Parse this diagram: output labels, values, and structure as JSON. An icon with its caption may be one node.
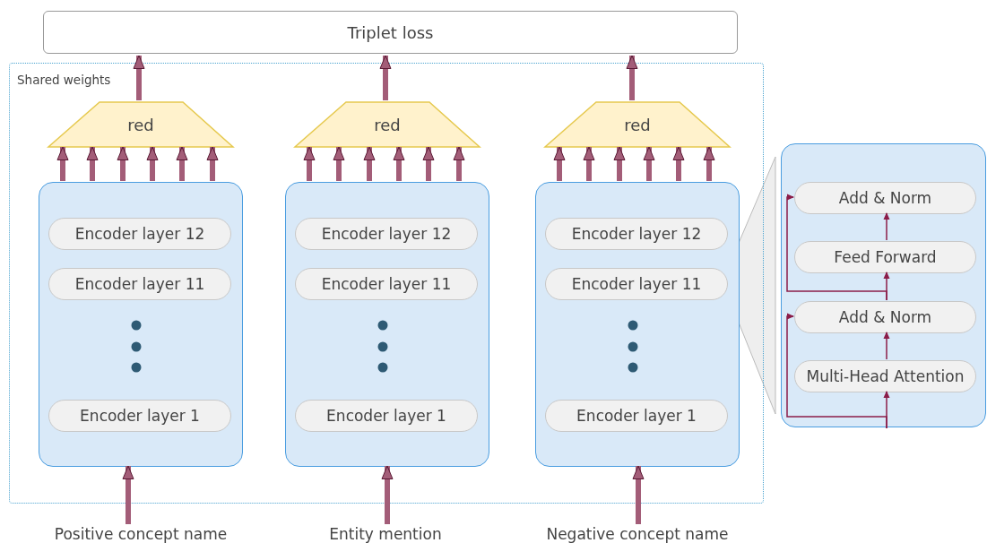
{
  "diagram": {
    "nodes": [
      {
        "text": [
          "Triplet loss"
        ]
      },
      {
        "text": [
          "Shared weights"
        ]
      },
      {
        "text": [],
        "shape": "box",
        "in": 1
      },
      {
        "text": [
          "Encoder layer 12"
        ],
        "in": 2
      },
      {
        "text": [
          "Encoder layer 11"
        ],
        "in": 2
      },
      {
        "text": [
          "Encoder layer 1"
        ],
        "in": 2
      },
      {
        "text": [
          "red"
        ],
        "in": 1
      },
      {
        "text": [
          "Positive concept name"
        ]
      },
      {
        "text": [],
        "shape": "box",
        "in": 1
      },
      {
        "text": [
          "Encoder layer 12"
        ],
        "in": 8
      },
      {
        "text": [
          "Encoder layer 11"
        ],
        "in": 8
      },
      {
        "text": [
          "Encoder layer 1"
        ],
        "in": 8
      },
      {
        "text": [
          "red"
        ],
        "in": 1
      },
      {
        "text": [
          "Entity mention"
        ]
      },
      {
        "text": [],
        "shape": "box",
        "in": 1
      },
      {
        "text": [
          "Encoder layer 12"
        ],
        "in": 14
      },
      {
        "text": [
          "Encoder layer 11"
        ],
        "in": 14
      },
      {
        "text": [
          "Encoder layer 1"
        ],
        "in": 14
      },
      {
        "text": [
          "red"
        ],
        "in": 1
      },
      {
        "text": [
          "Negative concept name"
        ]
      },
      {
        "text": [],
        "shape": "box"
      },
      {
        "text": [
          "Add & Norm"
        ],
        "in": 20
      },
      {
        "text": [
          "Feed Forward"
        ],
        "in": 20
      },
      {
        "text": [
          "Add & Norm"
        ],
        "in": 20
      },
      {
        "text": [
          "Multi-Head Attention"
        ],
        "in": 20
      }
    ],
    "edges": [
      {
        "from": 7,
        "to": 2,
        "arrow": "to"
      },
      {
        "from": 2,
        "to": 6,
        "arrow": "to"
      },
      {
        "from": 2,
        "to": 6,
        "arrow": "to"
      },
      {
        "from": 2,
        "to": 6,
        "arrow": "to"
      },
      {
        "from": 2,
        "to": 6,
        "arrow": "to"
      },
      {
        "from": 2,
        "to": 6,
        "arrow": "to"
      },
      {
        "from": 2,
        "to": 6,
        "arrow": "to"
      },
      {
        "from": 6,
        "to": 0,
        "arrow": "to"
      },
      {
        "from": 13,
        "to": 8,
        "arrow": "to"
      },
      {
        "from": 8,
        "to": 12,
        "arrow": "to"
      },
      {
        "from": 8,
        "to": 12,
        "arrow": "to"
      },
      {
        "from": 8,
        "to": 12,
        "arrow": "to"
      },
      {
        "from": 8,
        "to": 12,
        "arrow": "to"
      },
      {
        "from": 8,
        "to": 12,
        "arrow": "to"
      },
      {
        "from": 8,
        "to": 12,
        "arrow": "to"
      },
      {
        "from": 12,
        "to": 0,
        "arrow": "to"
      },
      {
        "from": 19,
        "to": 14,
        "arrow": "to"
      },
      {
        "from": 14,
        "to": 18,
        "arrow": "to"
      },
      {
        "from": 14,
        "to": 18,
        "arrow": "to"
      },
      {
        "from": 14,
        "to": 18,
        "arrow": "to"
      },
      {
        "from": 14,
        "to": 18,
        "arrow": "to"
      },
      {
        "from": 14,
        "to": 18,
        "arrow": "to"
      },
      {
        "from": 14,
        "to": 18,
        "arrow": "to"
      },
      {
        "from": 18,
        "to": 0,
        "arrow": "to"
      },
      {
        "from": null,
        "to": 24,
        "arrow": "to",
        "color": "#8b1c48"
      },
      {
        "from": 24,
        "to": 23,
        "arrow": "to",
        "color": "#8b1c48"
      },
      {
        "from": 23,
        "to": 22,
        "arrow": "to",
        "color": "#8b1c48"
      },
      {
        "from": 22,
        "to": 21,
        "arrow": "to",
        "color": "#8b1c48"
      },
      {
        "from": null,
        "to": 23,
        "arrow": "to",
        "color": "#8b1c48"
      },
      {
        "from": 23,
        "to": 21,
        "arrow": "to",
        "color": "#8b1c48"
      }
    ]
  }
}
